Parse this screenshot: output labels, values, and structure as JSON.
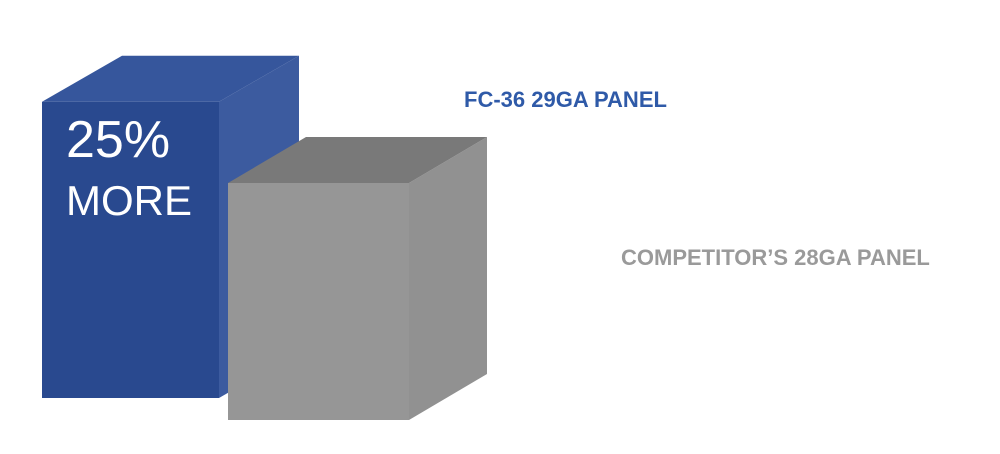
{
  "colors": {
    "fc36": "#2b4d97",
    "competitor": "#8a8a8a",
    "fc36_label": "#2f5aa8",
    "competitor_label": "#9a9a9a"
  },
  "callout": {
    "line1": "25%",
    "line2": "MORE"
  },
  "chart_data": {
    "type": "bar",
    "categories": [
      "FC-36 29GA PANEL",
      "COMPETITOR’S 28GA PANEL"
    ],
    "values": [
      125,
      100
    ],
    "annotations": [
      "25% MORE"
    ],
    "title": "",
    "xlabel": "",
    "ylabel": "",
    "grid": false,
    "legend": "none"
  }
}
